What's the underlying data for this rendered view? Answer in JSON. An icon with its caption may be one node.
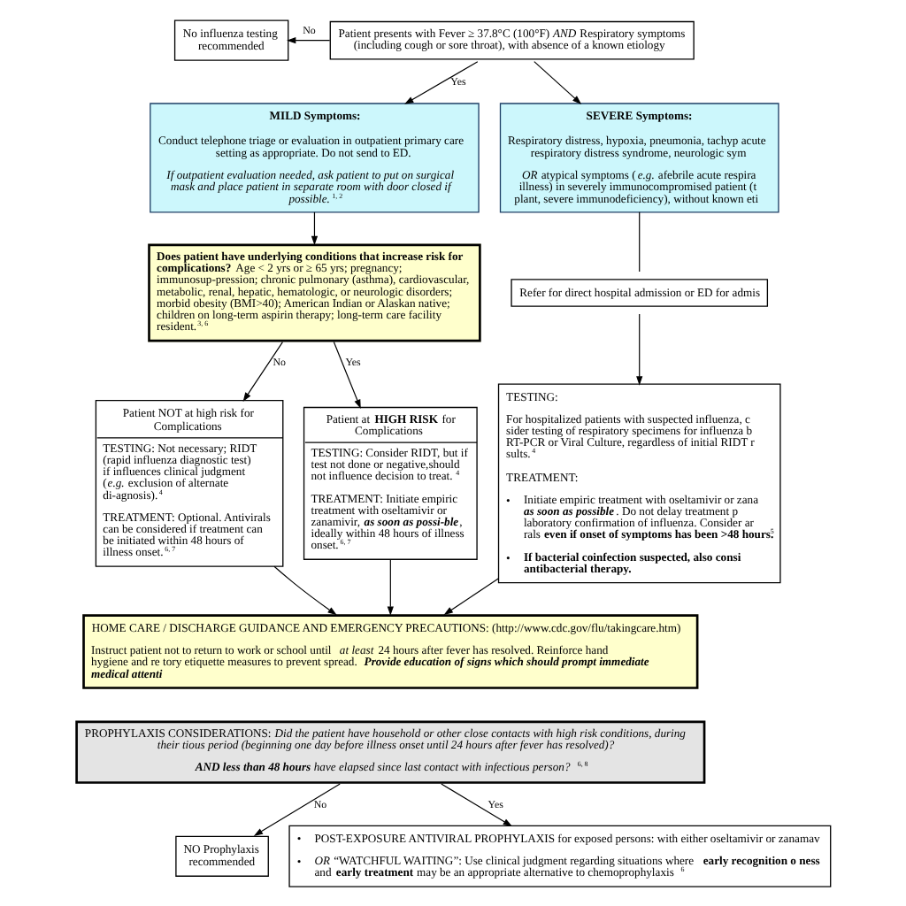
{
  "diagram": {
    "nodes": [
      {
        "text": [
          "No influenza testing recommended"
        ]
      },
      {
        "text": [
          "Patient presents with Fever ≥ 37.8°C (100°F) *AND* Respiratory symptoms (including cough or sore throat), with absence of a known etiology"
        ]
      },
      {
        "text": [
          "MILD Symptoms:",
          "Conduct telephone triage or evaluation in outpatient primary care setting as appropriate. Do not send to ED.",
          "*If outpatient evaluation needed, ask patient to put on surgical mask and place patient in separate room with door closed if possible.*$^{1, 2}$"
        ]
      },
      {
        "text": [
          "SEVERE Symptoms:",
          "Respiratory distress, hypoxia, pneumonia, tachyp acute respiratory distress syndrome, neurologic sym",
          "*OR* atypical symptoms (*e.g.* afebrile acute respira illness) in severely immunocompromised patient (t plant, severe immunodeficiency), without known eti"
        ]
      },
      {
        "text": [
          "**Does patient have underlying conditions that increase risk for complications?** Age < 2 yrs or ≥ 65 yrs; pregnancy; immunosup-pression; chronic pulmonary (asthma), cardiovascular, metabolic, renal, hepatic, hematologic, or neurologic disorders; morbid obesity (BMI>40); American Indian or Alaskan native; children on long-term aspirin therapy; long-term care facility resident.$^{3, 6}$"
        ]
      },
      {
        "text": [
          "Refer for direct hospital admission or ED for admis"
        ]
      },
      {
        "text": [
          "Patient NOT at high risk for Complications",
          "TESTING: Not necessary; RIDT (rapid influenza diagnostic test) if influences clinical judgment (*e.g.* exclusion of alternate di-agnosis).$^{4}$",
          "TREATMENT: Optional. Antivirals can be considered if treatment can be initiated within 48 hours of illness onset.$^{6, 7}$"
        ]
      },
      {
        "text": [
          "Patient at **HIGH RISK** for Complications",
          "TESTING: Consider RIDT, but if test not done or negative,should not influence decision to treat.$^{4}$",
          "TREATMENT: Initiate empiric treatment with oseltamivir or zanamivir, **as soon as possi-ble**, ideally within 48 hours of illness onset.$^{6, 7}$"
        ]
      },
      {
        "text": [
          "TESTING:",
          "For hospitalized patients with suspected influenza, c sider testing of respiratory specimens for influenza b RT-PCR or Viral Culture, regardless of initial RIDT r sults.$^{4}$",
          "TREATMENT:",
          "• Initiate empiric treatment with oseltamivir or zana **as soon as possible**. Do not delay treatment p laboratory confirmation of influenza. Consider ar rals **even if onset of symptoms has been >48 hours.**$^{5}$",
          "• If bacterial coinfection suspected, also consi antibacterial therapy."
        ]
      },
      {
        "text": [
          "HOME CARE / DISCHARGE GUIDANCE AND EMERGENCY PRECAUTIONS: (http://www.cdc.gov/flu/takingcare.htm)",
          "Instruct patient not to return to work or school until *at least* 24 hours after fever has resolved. Reinforce hand hygiene and re tory etiquette measures to prevent spread. **Provide education of signs which should prompt immediate medical attenti**"
        ]
      },
      {
        "text": [
          "PROPHYLAXIS CONSIDERATIONS: *Did the patient have household or other close contacts with high risk conditions, during their tious period (beginning one day before illness onset until 24 hours after fever has resolved)?*",
          "**AND less than 48 hours** *have elapsed since last contact with infectious person?*$^{6, 8}$"
        ]
      },
      {
        "text": [
          "NO Prophylaxis recommended"
        ]
      },
      {
        "text": [
          "• POST-EXPOSURE ANTIVIRAL PROPHYLAXIS for exposed persons: with either oseltamivir or zanamav",
          "• *OR* “WATCHFUL WAITING”: Use clinical judgment regarding situations where **early recognition o ness** and **early treatment** may be an appropriate alternative to chemoprophylaxis $^{6}$"
        ]
      }
    ],
    "edges": [
      {
        "from": 1,
        "to": 0,
        "arrow": "to",
        "label": "No"
      },
      {
        "from": 1,
        "to": 2,
        "arrow": "to",
        "label": "Yes"
      },
      {
        "from": 1,
        "to": 3,
        "arrow": "to"
      },
      {
        "from": 2,
        "to": 4,
        "arrow": "to"
      },
      {
        "from": 3,
        "to": 5,
        "arrow": "none"
      },
      {
        "from": 5,
        "to": 8,
        "arrow": "to"
      },
      {
        "from": 4,
        "to": 6,
        "arrow": "to",
        "label": "No"
      },
      {
        "from": 4,
        "to": 7,
        "arrow": "to",
        "label": "Yes"
      },
      {
        "from": 6,
        "to": 9,
        "arrow": "to"
      },
      {
        "from": 7,
        "to": 9,
        "arrow": "to"
      },
      {
        "from": 8,
        "to": 9,
        "arrow": "to"
      },
      {
        "from": 10,
        "to": 11,
        "arrow": "to",
        "label": "No"
      },
      {
        "from": 10,
        "to": 12,
        "arrow": "to",
        "label": "Yes"
      }
    ]
  }
}
